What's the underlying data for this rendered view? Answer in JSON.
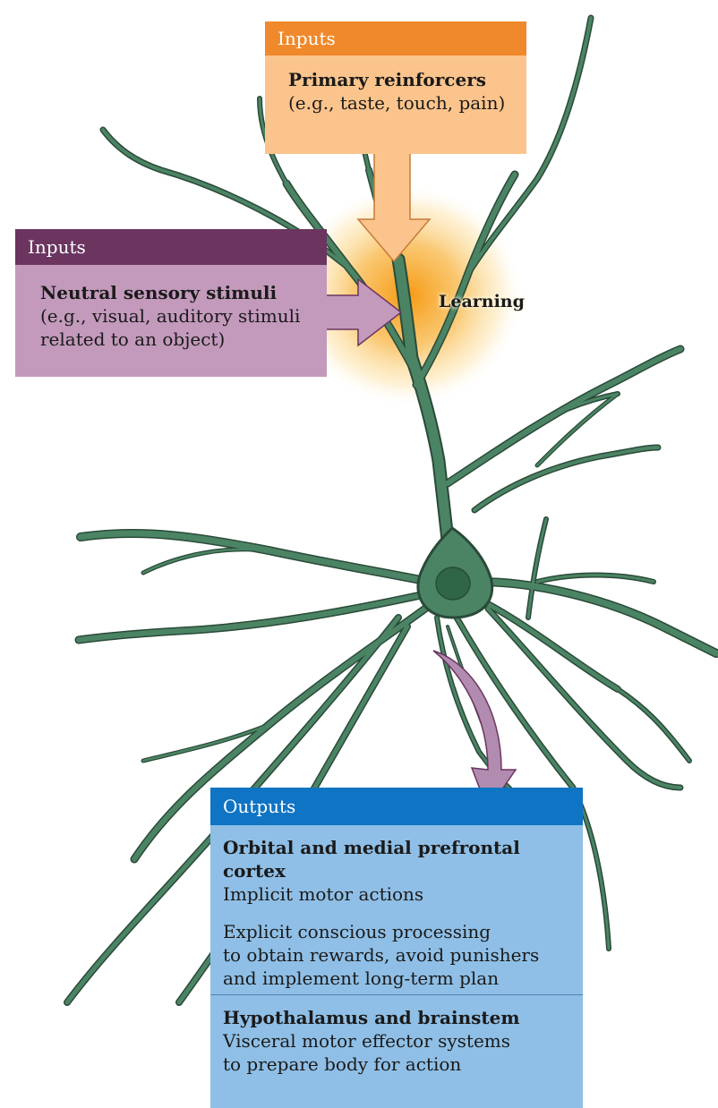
{
  "colors": {
    "neuron_fill": "#4b8464",
    "neuron_outline": "#2a4a38",
    "nucleus": "#2f6647",
    "glow": "#f7a21b",
    "primary_header": "#f0892b",
    "primary_body": "#fbc48c",
    "neutral_header": "#6b3560",
    "neutral_body": "#c39abc",
    "outputs_header": "#0f74c4",
    "outputs_body": "#8fbfe6",
    "output_arrow": "#b18cb0"
  },
  "inputs_primary": {
    "header": "Inputs",
    "title": "Primary reinforcers",
    "detail": "(e.g., taste, touch, pain)"
  },
  "inputs_neutral": {
    "header": "Inputs",
    "title": "Neutral sensory stimuli",
    "detail_line1": "(e.g., visual, auditory stimuli",
    "detail_line2": "related to an object)"
  },
  "learning_label": "Learning",
  "outputs": {
    "header": "Outputs",
    "section1": {
      "title": "Orbital and medial prefrontal cortex",
      "line1": "Implicit motor actions",
      "para_line1": "Explicit conscious processing",
      "para_line2": "to obtain rewards, avoid punishers",
      "para_line3": "and implement long-term plan"
    },
    "section2": {
      "title": "Hypothalamus and brainstem",
      "line1": "Visceral motor effector systems",
      "line2": "to prepare body for action"
    }
  }
}
